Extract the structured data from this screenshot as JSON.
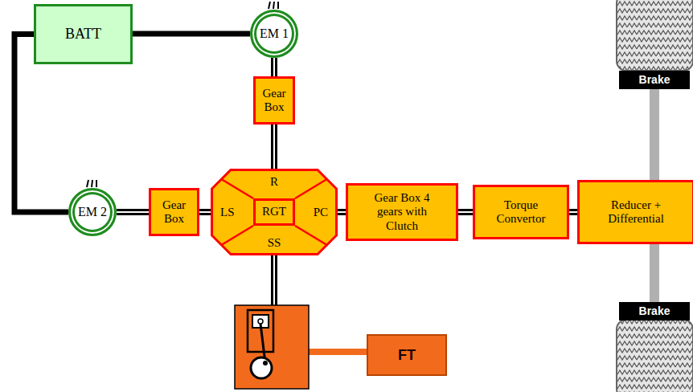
{
  "diagram": {
    "nodes": [
      {
        "text": [
          "BATT"
        ]
      },
      {
        "text": [
          "EM 1"
        ]
      },
      {
        "text": [
          "Brake"
        ]
      },
      {
        "text": [
          "Gear Box"
        ]
      },
      {
        "text": [
          "EM 2"
        ]
      },
      {
        "text": [
          "Gear Box"
        ]
      },
      {
        "text": [
          "R",
          "LS",
          "PC",
          "SS"
        ]
      },
      {
        "text": [
          "RGT"
        ],
        "in": 6
      },
      {
        "text": [
          "Gear Box 4 gears with Clutch"
        ]
      },
      {
        "text": [
          "Torque Convertor"
        ]
      },
      {
        "text": [
          "Reducer + Differential"
        ]
      },
      {
        "text": [
          "Brake"
        ]
      },
      {
        "text": [
          "FT"
        ]
      }
    ],
    "edges": [
      {
        "from": 0,
        "to": 1,
        "arrow": "none"
      },
      {
        "from": 0,
        "to": 4,
        "arrow": "none"
      },
      {
        "from": 1,
        "to": 3,
        "arrow": "none"
      },
      {
        "from": 3,
        "to": 6,
        "arrow": "none"
      },
      {
        "from": 4,
        "to": 5,
        "arrow": "none"
      },
      {
        "from": 5,
        "to": 6,
        "arrow": "none"
      },
      {
        "from": 6,
        "to": 8,
        "arrow": "none"
      },
      {
        "from": 8,
        "to": 9,
        "arrow": "none"
      },
      {
        "from": 9,
        "to": 10,
        "arrow": "none"
      },
      {
        "from": 2,
        "to": 10,
        "arrow": "none"
      },
      {
        "from": 10,
        "to": 11,
        "arrow": "none"
      }
    ]
  }
}
